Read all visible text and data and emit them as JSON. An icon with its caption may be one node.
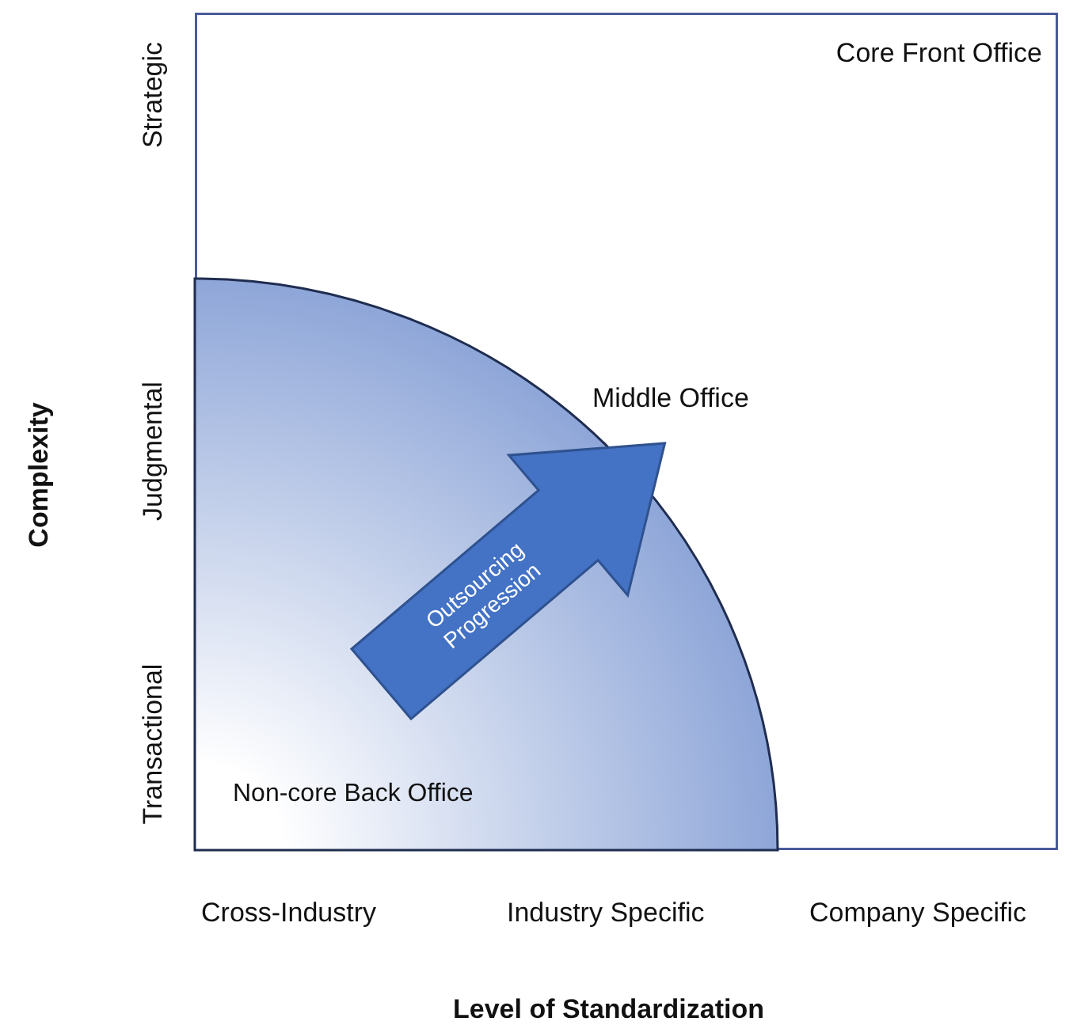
{
  "diagram": {
    "nodes": [
      {
        "text": [
          "Core Front Office"
        ]
      },
      {
        "text": [
          "Non-core Back Office"
        ],
        "in": 0
      },
      {
        "text": [
          "Outsourcing Progression"
        ],
        "in": 1
      }
    ],
    "labels": [
      "Strategic",
      "Judgmental",
      "Transactional",
      "Complexity",
      "Middle Office",
      "Cross-Industry",
      "Industry Specific",
      "Company Specific",
      "Level of Standardization"
    ]
  }
}
